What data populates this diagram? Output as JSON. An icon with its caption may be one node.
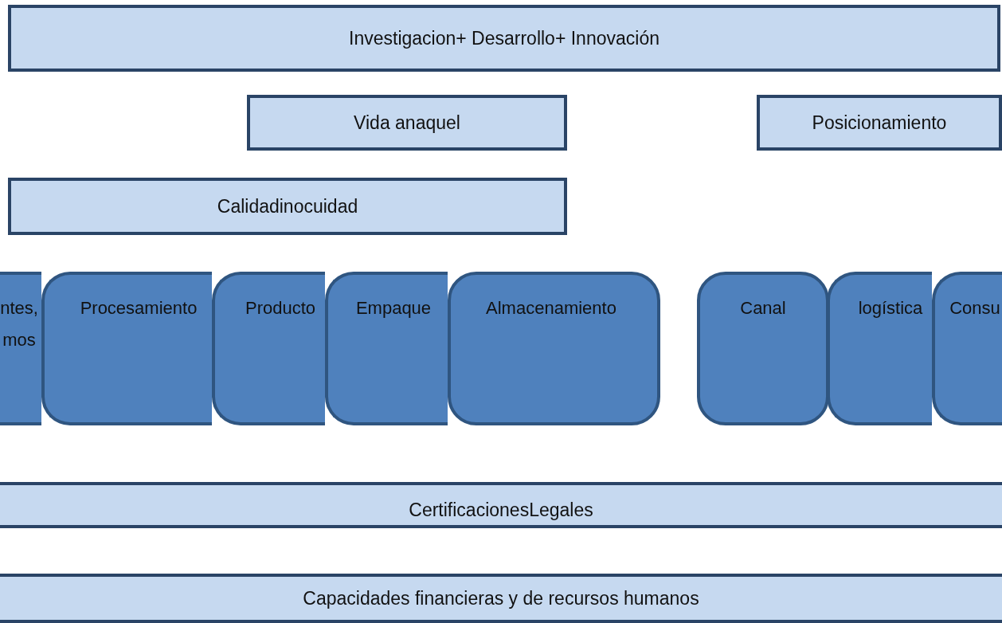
{
  "diagram": {
    "nodes": [
      {
        "text": [
          "Investigacion+ Desarrollo+ Innovación"
        ]
      },
      {
        "text": [
          "Vida anaquel"
        ]
      },
      {
        "text": [
          "Posicionamiento"
        ]
      },
      {
        "text": [
          "Calidadinocuidad"
        ]
      },
      {
        "text": [
          "ntes, mos"
        ]
      },
      {
        "text": [
          "Procesamiento"
        ]
      },
      {
        "text": [
          "Producto"
        ]
      },
      {
        "text": [
          "Empaque"
        ]
      },
      {
        "text": [
          "Almacenamiento"
        ]
      },
      {
        "text": [
          "Canal"
        ]
      },
      {
        "text": [
          "logística"
        ]
      },
      {
        "text": [
          "Consu"
        ]
      },
      {
        "text": [
          "CertificacionesLegales"
        ]
      },
      {
        "text": [
          "Capacidades financieras y de recursos humanos"
        ]
      }
    ]
  }
}
